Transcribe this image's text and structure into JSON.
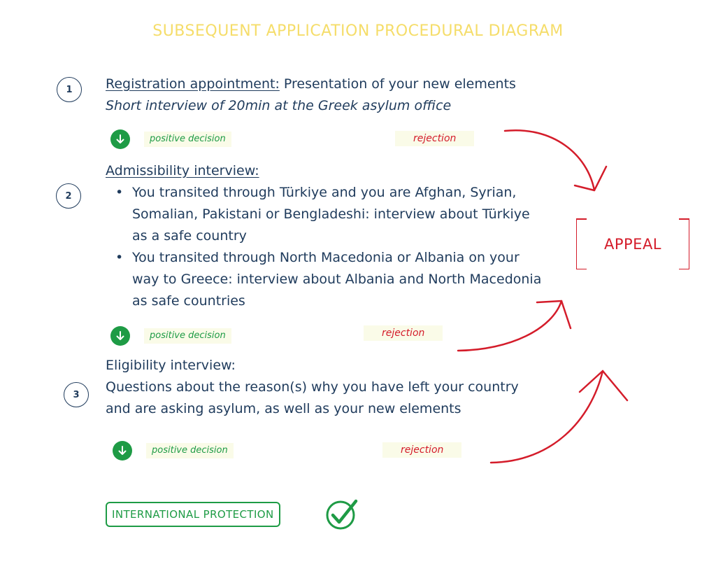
{
  "title": "SUBSEQUENT APPLICATION PROCEDURAL DIAGRAM",
  "steps": [
    {
      "number": "1",
      "heading": "Registration appointment:",
      "heading_rest": " Presentation of your new elements",
      "subline": "Short interview of 20min at the Greek asylum office"
    },
    {
      "number": "2",
      "heading": "Admissibility interview:",
      "bullets": [
        [
          "You transited through Türkiye and you are Afghan, Syrian,",
          "Somalian, Pakistani or Bengladeshi: interview about Türkiye",
          "as a safe country"
        ],
        [
          "You transited through North Macedonia or Albania on your",
          "way to Greece: interview about Albania and North Macedonia",
          "as safe countries"
        ]
      ]
    },
    {
      "number": "3",
      "heading": "Eligibility interview:",
      "lines": [
        "Questions about the reason(s) why you have left your country",
        "and are asking asylum, as well as your new elements"
      ]
    }
  ],
  "decisions": {
    "positive": "positive decision",
    "rejection": "rejection"
  },
  "appeal_label": "APPEAL",
  "outcome_label": "INTERNATIONAL PROTECTION",
  "colors": {
    "title": "#f5dd6a",
    "text": "#1f3b5c",
    "positive": "#1e9b45",
    "rejection": "#d41c2a"
  },
  "icons": {
    "positive_marker": "arrow-down-circle-icon",
    "outcome_marker": "checkmark-circle-icon"
  }
}
